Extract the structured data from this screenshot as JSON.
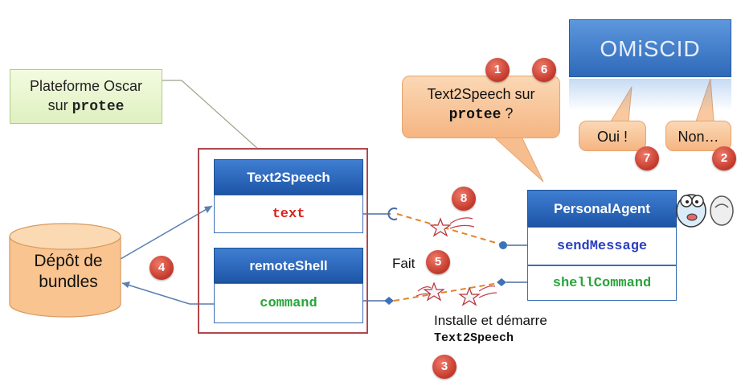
{
  "platform": {
    "callout_line1": "Plateforme Oscar",
    "callout_prefix": "sur",
    "callout_host": "protee"
  },
  "components": {
    "text2speech": {
      "title": "Text2Speech",
      "service": "text"
    },
    "remote_shell": {
      "title": "remoteShell",
      "service": "command"
    }
  },
  "repository": {
    "line1": "Dépôt de",
    "line2": "bundles"
  },
  "agent": {
    "title": "PersonalAgent",
    "service_send": "sendMessage",
    "service_shell": "shellCommand"
  },
  "question": {
    "line1": "Text2Speech sur",
    "host": "protee",
    "suffix": " ?"
  },
  "omiscid": {
    "title": "OMiSCID"
  },
  "answers": {
    "yes": "Oui !",
    "no": "Non…"
  },
  "labels": {
    "done": "Fait",
    "install_line1": "Installe et démarre",
    "install_line2": "Text2Speech"
  },
  "steps": [
    "1",
    "2",
    "3",
    "4",
    "5",
    "6",
    "7",
    "8"
  ],
  "colors": {
    "accent_blue": "#2e69b9",
    "service_red": "#d8231f",
    "service_green": "#2aa53a",
    "service_blue": "#2a3fc0",
    "step_red": "#c2382a"
  }
}
